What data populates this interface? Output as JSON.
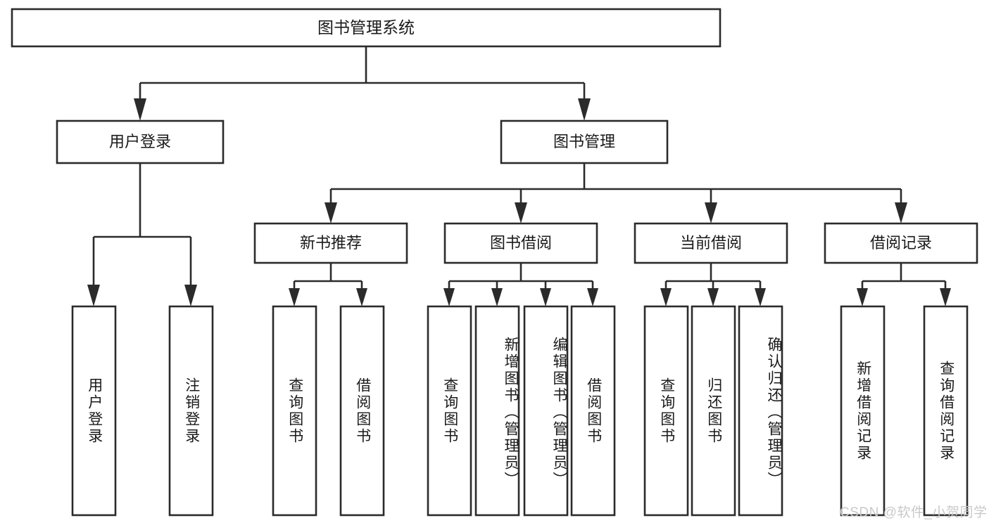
{
  "diagram": {
    "title": "图书管理系统",
    "type": "tree-hierarchy-diagram",
    "watermark": "CSDN @软件_小贺同学",
    "colors": {
      "stroke": "#2b2b2b",
      "fill": "#ffffff",
      "text": "#1a1a1a",
      "watermark": "#c9c9c9",
      "background": "#ffffff"
    },
    "root": {
      "label": "图书管理系统"
    },
    "level2": [
      {
        "label": "用户登录"
      },
      {
        "label": "图书管理"
      }
    ],
    "level3": [
      {
        "label": "新书推荐"
      },
      {
        "label": "图书借阅"
      },
      {
        "label": "当前借阅"
      },
      {
        "label": "借阅记录"
      }
    ],
    "leaves": {
      "user_login": [
        {
          "label": "用户登录"
        },
        {
          "label": "注销登录"
        }
      ],
      "new_book_recommend": [
        {
          "label": "查询图书"
        },
        {
          "label": "借阅图书"
        }
      ],
      "book_borrow": [
        {
          "label": "查询图书"
        },
        {
          "label": "新增图书（管理员）"
        },
        {
          "label": "编辑图书（管理员）"
        },
        {
          "label": "借阅图书"
        }
      ],
      "current_borrow": [
        {
          "label": "查询图书"
        },
        {
          "label": "归还图书"
        },
        {
          "label": "确认归还（管理员）"
        }
      ],
      "borrow_record": [
        {
          "label": "新增借阅记录"
        },
        {
          "label": "查询借阅记录"
        }
      ]
    }
  }
}
